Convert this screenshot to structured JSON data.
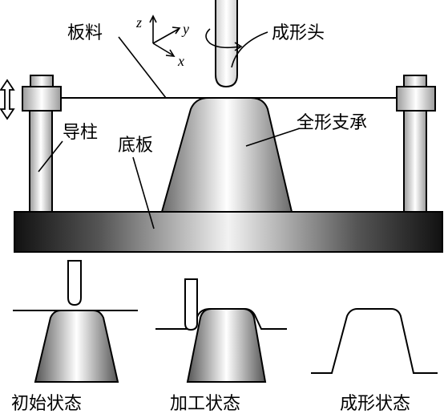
{
  "labels": {
    "sheet": "板料",
    "forming_head": "成形头",
    "guide_post": "导柱",
    "base_plate": "底板",
    "full_support": "全形支承",
    "initial_state": "初始状态",
    "processing_state": "加工状态",
    "formed_state": "成形状态"
  },
  "axes": {
    "x": "x",
    "y": "y",
    "z": "z"
  },
  "colors": {
    "line": "#000000",
    "background": "#ffffff"
  }
}
